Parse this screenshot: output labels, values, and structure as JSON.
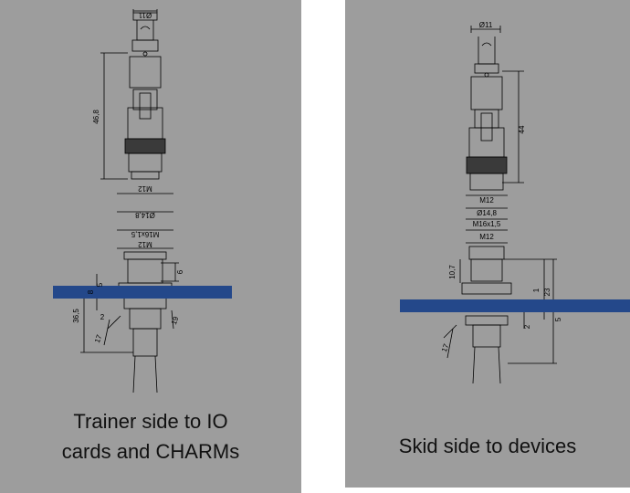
{
  "left": {
    "caption_line1": "Trainer side to IO",
    "caption_line2": "cards and CHARMs",
    "dims": {
      "d11": "Ø11",
      "len": "46,8",
      "m12a": "M12",
      "d148": "Ø14,8",
      "m16": "M16x1,5",
      "m12b": "M12",
      "d6": "6",
      "d8": "8",
      "d365": "36,5",
      "d2": "2",
      "d17": "17",
      "d19": "19",
      "d5": "5"
    },
    "colors": {
      "panel_bar": "#24488a"
    }
  },
  "right": {
    "caption": "Skid side to devices",
    "dims": {
      "d11": "Ø11",
      "len": "44",
      "m12a": "M12",
      "d148": "Ø14,8",
      "m16": "M16x1,5",
      "m12b": "M12",
      "d107": "10,7",
      "d23": "23",
      "d1": "1",
      "d2": "2",
      "d17": "17",
      "d5": "5"
    },
    "colors": {
      "panel_bar": "#24488a"
    }
  },
  "background": {
    "panel_gray": "#9d9d9d"
  }
}
